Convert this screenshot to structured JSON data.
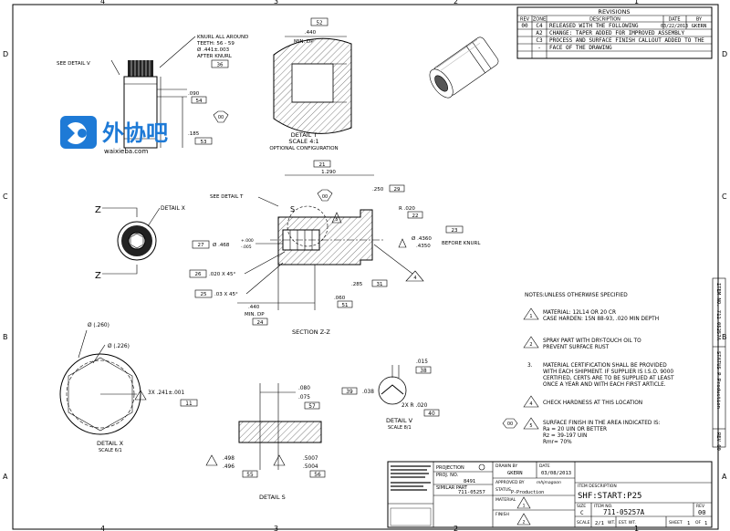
{
  "zones": {
    "top": [
      "4",
      "3",
      "2",
      "1"
    ],
    "side": [
      "D",
      "C",
      "B",
      "A"
    ]
  },
  "revisions": {
    "title": "REVISIONS",
    "headers": [
      "REV",
      "ZONE",
      "DESCRIPTION",
      "DATE",
      "BY"
    ],
    "rows": [
      {
        "rev": "00",
        "zone": "C4",
        "desc": "RELEASED WITH THE FOLLOWING",
        "date": "03/22/2013",
        "by": "GKERN"
      },
      {
        "rev": "",
        "zone": "A2",
        "desc": "CHANGE: TAPER ADDED FOR IMPROVED ASSEMBLY",
        "date": "",
        "by": ""
      },
      {
        "rev": "",
        "zone": "C3",
        "desc": "PROCESS AND SURFACE FINISH CALLOUT ADDED TO THE",
        "date": "",
        "by": ""
      },
      {
        "rev": "",
        "zone": "-",
        "desc": "FACE OF THE DRAWING",
        "date": "",
        "by": ""
      }
    ]
  },
  "detail_v_top": {
    "see_detail": "SEE DETAIL V",
    "knurl": [
      "KNURL ALL AROUND",
      "TEETH: 56 - 59",
      "Ø .441±.003",
      "AFTER KNURL"
    ],
    "b36": "36",
    "d090": ".090",
    "b54": "54",
    "hex": "00",
    "d185": ".185",
    "b53": "53"
  },
  "detail_t": {
    "d440": ".440",
    "b52": "52",
    "min_dp": "MIN. DP",
    "title": "DETAIL T",
    "scale": "SCALE 4:1",
    "note": "OPTIONAL CONFIGURATION"
  },
  "detail_x_end": {
    "z": "Z",
    "label": "DETAIL X"
  },
  "section": {
    "b21": "21",
    "d1290": "1.290",
    "see_detail_t": "SEE DETAIL T",
    "hex00": "00",
    "b5": "5",
    "s": "S",
    "d250": ".250",
    "b29": "29",
    "r020": "R .020",
    "b22": "22",
    "b23": "23",
    "b27": "27",
    "dia468": "Ø .468",
    "tol_plus": "+.000",
    "tol_minus": "-.005",
    "dia4360": "Ø .4360",
    "dia4350": ".4350",
    "before_knurl": "BEFORE KNURL",
    "b4": "4",
    "b26": "26",
    "ch020": ".020 X 45°",
    "b25": "25",
    "ch03": ".03 X 45°",
    "d060": ".060",
    "b51": "51",
    "d285": ".285",
    "b31": "31",
    "d440": ".440",
    "min_dp": "MIN. DP",
    "b24": "24",
    "title": "SECTION Z-Z"
  },
  "notes": {
    "heading": "NOTES:UNLESS OTHERWISE SPECIFIED",
    "items": [
      {
        "mark": "1",
        "lines": [
          "MATERIAL: 12L14 OR 20 CR",
          "CASE HARDEN: 15N 88-93, .020 MIN DEPTH"
        ]
      },
      {
        "mark": "2",
        "lines": [
          "SPRAY PART WITH DRY-TOUCH OIL TO",
          "PREVENT SURFACE RUST"
        ]
      },
      {
        "mark": "3.",
        "lines": [
          "MATERIAL CERTIFICATION SHALL BE PROVIDED",
          "WITH EACH SHIPMENT. IF SUPPLIER IS I.S.O. 9000",
          "CERTIFIED, CERTS ARE TO BE SUPPLIED AT LEAST",
          "ONCE A YEAR AND WITH EACH FIRST ARTICLE."
        ]
      },
      {
        "mark": "4",
        "lines": [
          "CHECK HARDNESS AT THIS LOCATION"
        ]
      },
      {
        "mark": "5",
        "hex": "00",
        "lines": [
          "SURFACE FINISH IN THE AREA INDICATED IS:",
          "Ra = 20 UIN OR BETTER",
          "Rz = 39-197 UIN",
          "Rmr= 70%"
        ]
      }
    ]
  },
  "detail_x": {
    "dia260": "Ø (.260)",
    "dia226": "Ø (.226)",
    "r241": "3X .241±.001",
    "b11": "11",
    "title": "DETAIL X",
    "scale": "SCALE 6/1"
  },
  "detail_s": {
    "d080": ".080",
    "d075": ".075",
    "b57": "57",
    "d498": ".498",
    "d496": ".496",
    "b55": "55",
    "d5007": ".5007",
    "d5004": ".5004",
    "b56": "56",
    "title": "DETAIL S"
  },
  "detail_v": {
    "d015": ".015",
    "b38": "38",
    "b39": "39",
    "d038": ".038",
    "r020": "2X R .020",
    "b40": "40",
    "title": "DETAIL V",
    "scale": "SCALE 8/1"
  },
  "title_block": {
    "projection": "PROJECTION",
    "drawn": "DRAWN BY",
    "drawn_by": "GKERN",
    "date_label": "DATE",
    "date": "03/08/2013",
    "approved": "APPROVED BY",
    "approved_sig": "mhjmagoon",
    "proj_no_label": "PROJ. NO.",
    "proj_no": "8491",
    "similar_label": "SIMILAR PART",
    "similar": "711-05257",
    "status_label": "STATUS",
    "status": "P-Production",
    "material_label": "MATERIAL",
    "finish_label": "FINISH",
    "item_desc_label": "ITEM DESCRIPTION",
    "item_desc": "SHF:START:P25",
    "size_label": "SIZE",
    "size": "C",
    "item_no_label": "ITEM NO.",
    "item_no": "711-05257A",
    "rev_label": "REV",
    "rev": "00",
    "scale_label": "SCALE",
    "scale": "2/1",
    "wt_label": "WT.",
    "est_label": "EST. WT.",
    "sheet_label": "SHEET",
    "sheet": "1",
    "of_label": "OF",
    "of": "1",
    "side_item": "ITEM NO. 711-05257A",
    "side_status": "STATUS P-Production",
    "side_rev": "REV 00"
  },
  "watermark": {
    "brand": "外协吧",
    "url": "waixieba.com"
  },
  "colors": {
    "watermark": "#1e7ad6",
    "ink": "#000000"
  }
}
